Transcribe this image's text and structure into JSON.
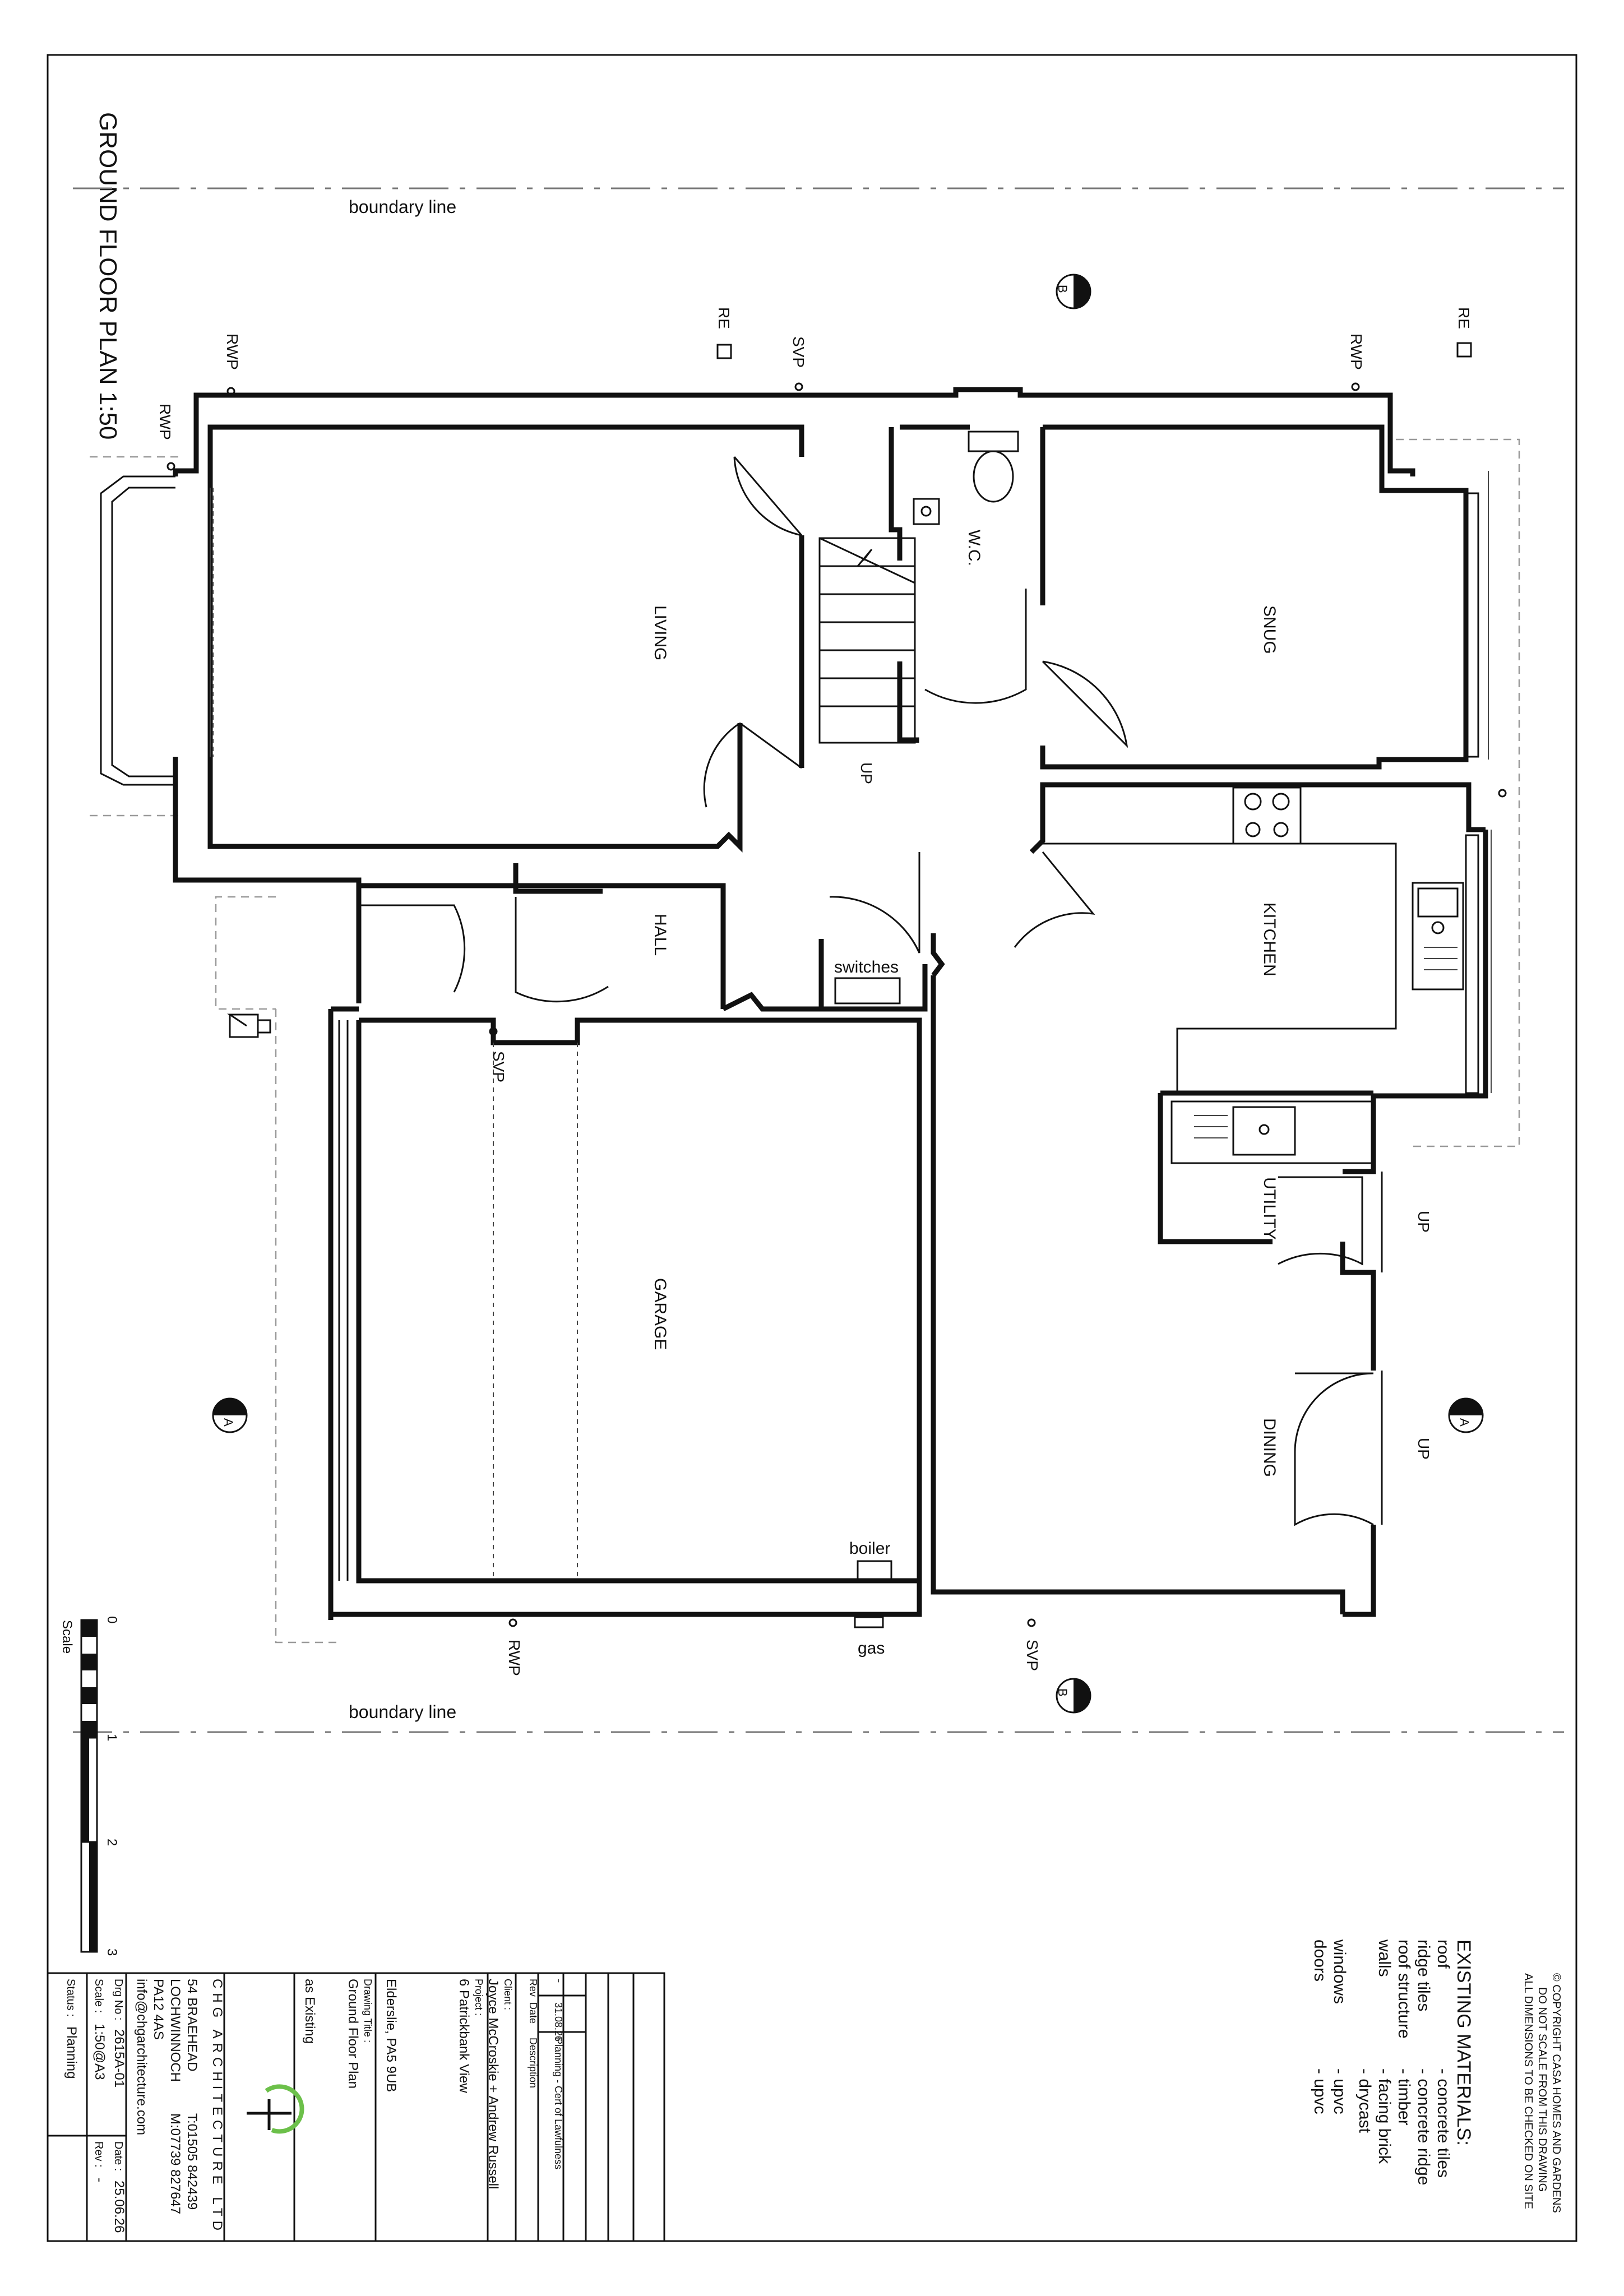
{
  "drawing": {
    "title": "GROUND FLOOR PLAN 1:50",
    "boundary_label": "boundary line"
  },
  "rooms": {
    "living": "LIVING",
    "snug": "SNUG",
    "wc": "W.C.",
    "hall": "HALL",
    "kitchen": "KITCHEN",
    "utility": "UTILITY",
    "garage": "GARAGE",
    "dining": "DINING"
  },
  "annotations": {
    "up": "UP",
    "rwp": "RWP",
    "svp": "SVP",
    "re": "RE",
    "switches": "switches",
    "boiler": "boiler",
    "gas": "gas",
    "section_a": "A",
    "section_b": "B"
  },
  "scale_bar": {
    "label": "Scale",
    "ticks": [
      "0",
      "1",
      "2",
      "3"
    ]
  },
  "notes": {
    "copyright": "© COPYRIGHT CASA HOMES AND GARDENS",
    "no_scale": "DO NOT SCALE FROM THIS DRAWING",
    "dimensions": "ALL DIMENSIONS TO BE CHECKED ON SITE",
    "materials_heading": "EXISTING  MATERIALS:",
    "materials": [
      {
        "item": "roof",
        "value": "- concrete tiles"
      },
      {
        "item": "ridge tiles",
        "value": "- concrete ridge"
      },
      {
        "item": "roof structure",
        "value": "- timber"
      },
      {
        "item": "walls",
        "value": "- facing brick"
      },
      {
        "item": "",
        "value": "- drycast"
      },
      {
        "item": "windows",
        "value": "- upvc"
      },
      {
        "item": "doors",
        "value": "- upvc"
      }
    ]
  },
  "title_block": {
    "revision": {
      "rev": "-",
      "date": "31.08.26",
      "description": "Planning - Cert of Lawfulness"
    },
    "rev_header": "Rev",
    "date_header": "Date",
    "description_header": "Description",
    "client_label": "Client :",
    "client": "Joyce McCroskie + Andrew Russell",
    "project_label": "Project :",
    "project_line1": "6 Patrickbank View",
    "project_line2": "Elderslie, PA5 9UB",
    "drawing_title_label": "Drawing Title :",
    "drawing_title_line1": "Ground Floor Plan",
    "drawing_title_line2": "as Existing",
    "firm": "CHG ARCHITECTURE LTD",
    "address_line1": "54 BRAEHEAD",
    "address_line2": "LOCHWINNOCH",
    "address_line3": "PA12 4AS",
    "email": "info@chgarchitecture.com",
    "phone": "T:01505 842439",
    "mobile": "M:07739 827647",
    "drg_no_label": "Drg No :",
    "drg_no": "2615A-01",
    "date_label": "Date :",
    "date": "25.06.26",
    "scale_label": "Scale :",
    "scale": "1:50@A3",
    "rev_label": "Rev :",
    "rev": "-",
    "status_label": "Status :",
    "status": "Planning"
  }
}
